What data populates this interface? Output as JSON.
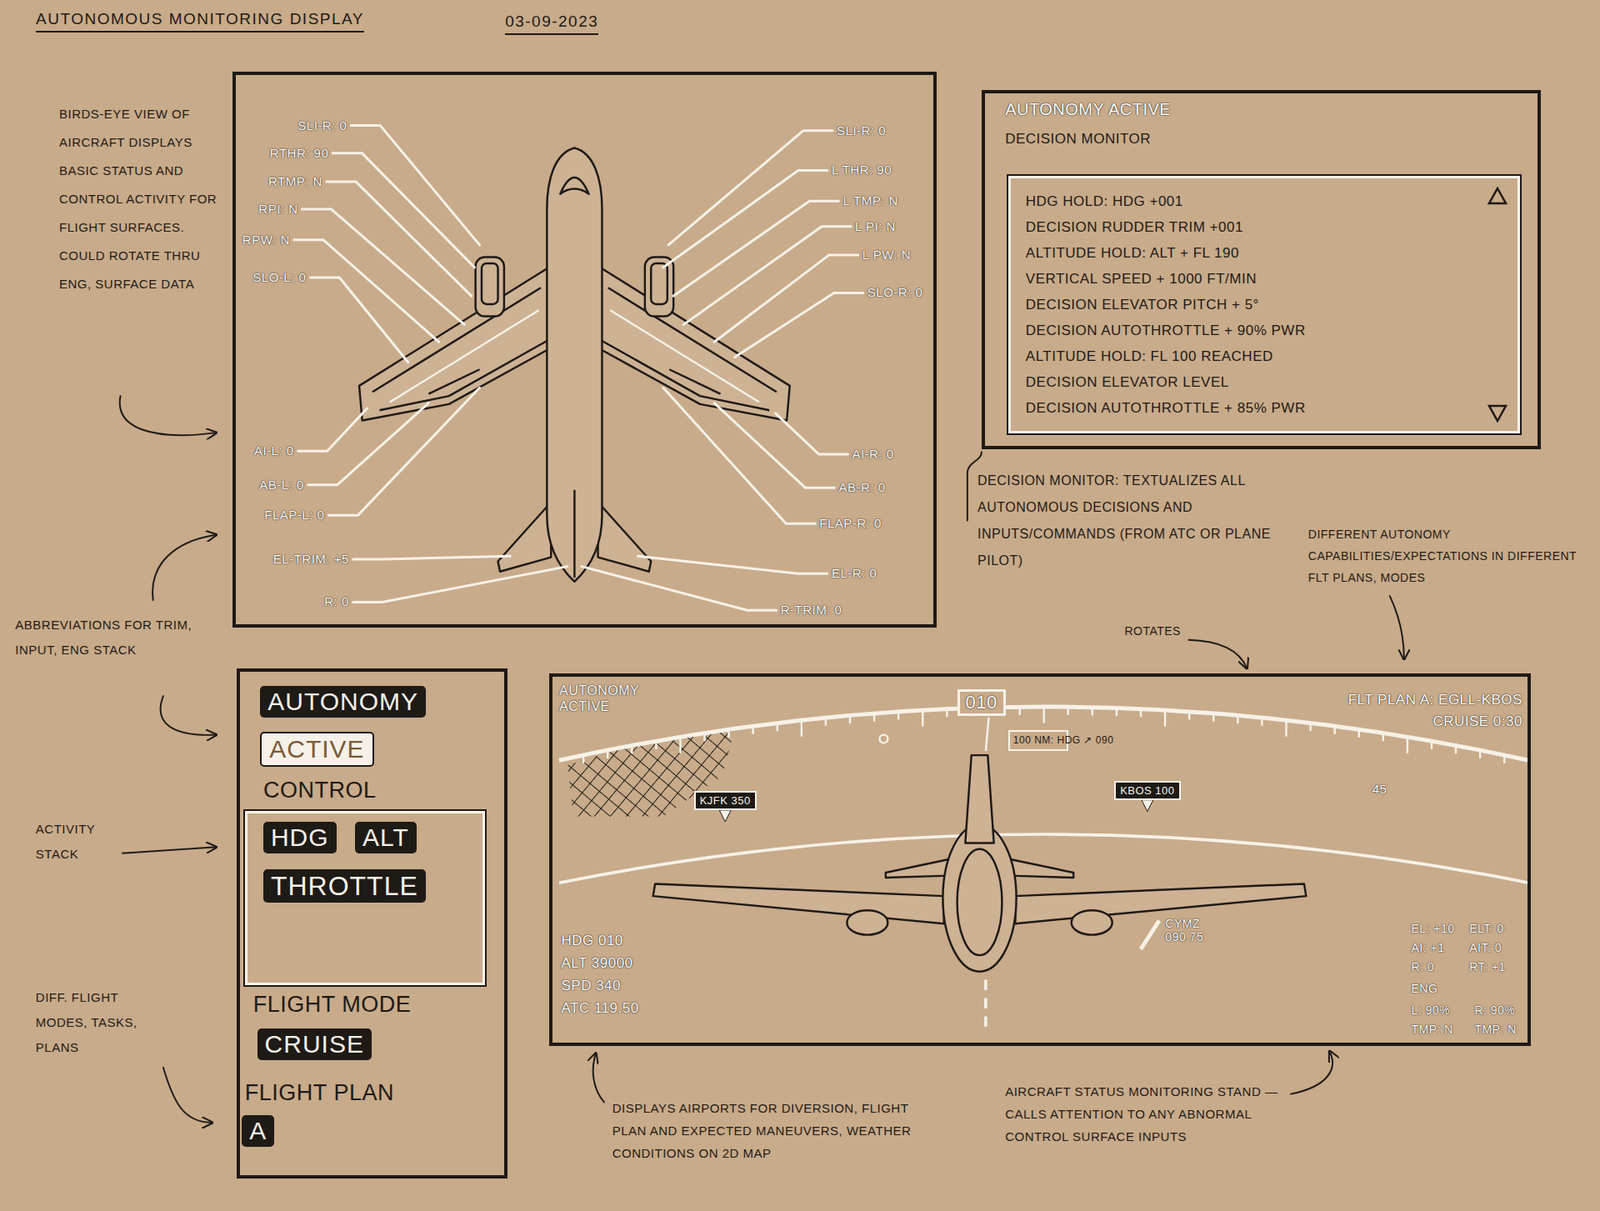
{
  "diagram": {
    "title": "AUTONOMOUS MONITORING DISPLAY",
    "nodes": [
      {
        "text": [
          "SLI-R: 0",
          "RTHR: 90",
          "RTMP: N",
          "RPI: N",
          "RPW: N",
          "SLO-L: 0",
          "AI-L: 0",
          "AB-L: 0",
          "FLAP-L: 0",
          "EL-TRIM: +5",
          "R: 0",
          "SLI-R: 0",
          "L THR: 90",
          "L TMP: N",
          "L PI: N",
          "L PW: N",
          "SLO-R: 0",
          "AI-R: 0",
          "AB-R: 0",
          "FLAP-R: 0",
          "EL-R: 0",
          "R-TRIM: 0"
        ]
      },
      {
        "text": [
          "AUTONOMY ACTIVE",
          "DECISION MONITOR"
        ]
      },
      {
        "text": [
          "HDG HOLD: HDG +001",
          "DECISION RUDDER TRIM +001",
          "ALTITUDE HOLD: ALT + FL 190",
          "VERTICAL SPEED + 1000 FT/MIN",
          "DECISION ELEVATOR PITCH + 5°",
          "DECISION AUTOTHROTTLE + 90% PWR",
          "ALTITUDE HOLD: FL 100 REACHED",
          "DECISION ELEVATOR LEVEL",
          "DECISION AUTOTHROTTLE + 85% PWR"
        ],
        "in": 1
      },
      {
        "text": [
          "CONTROL",
          "FLIGHT MODE",
          "FLIGHT PLAN"
        ]
      },
      {
        "text": [
          "AUTONOMY"
        ],
        "in": 3
      },
      {
        "text": [
          "ACTIVE"
        ],
        "in": 3
      },
      {
        "text": [],
        "in": 3
      },
      {
        "text": [
          "HDG"
        ],
        "in": 6
      },
      {
        "text": [
          "ALT"
        ],
        "in": 6
      },
      {
        "text": [
          "THROTTLE"
        ],
        "in": 6
      },
      {
        "text": [
          "CRUISE"
        ],
        "in": 3
      },
      {
        "text": [
          "A"
        ],
        "in": 3
      },
      {
        "text": [
          "AUTONOMY ACTIVE",
          "FLT PLAN A: EGLL-KBOS",
          "CRUISE 0:30",
          "45",
          "HDG 010",
          "ALT 39000",
          "SPD 340",
          "ATC 119.50",
          "CYMZ 090.75",
          "EL: +10",
          "ELT: 0",
          "AI: +1",
          "AIT: 0",
          "R: 0",
          "RT: +1",
          "ENG",
          "L: 90%",
          "R: 90%",
          "TMP: N",
          "TMP: N"
        ]
      },
      {
        "text": [
          "010"
        ],
        "in": 12
      },
      {
        "text": [
          "100 NM: HDG ↗ 090"
        ],
        "in": 12
      },
      {
        "text": [
          "KJFK 350"
        ],
        "in": 12
      },
      {
        "text": [
          "KBOS 100"
        ],
        "in": 12
      }
    ],
    "labels": [
      "03-09-2023",
      "BIRDS-EYE VIEW OF AIRCRAFT DISPLAYS BASIC STATUS AND CONTROL ACTIVITY FOR FLIGHT SURFACES. COULD ROTATE THRU ENG, SURFACE DATA",
      "ABBREVIATIONS FOR TRIM, INPUT, ENG STACK",
      "ACTIVITY STACK",
      "DIFF. FLIGHT MODES, TASKS, PLANS",
      "DECISION MONITOR: TEXTUALIZES ALL AUTONOMOUS DECISIONS AND INPUTS/COMMANDS (FROM ATC OR PLANE PILOT)",
      "DIFFERENT AUTONOMY CAPABILITIES/EXPECTATIONS IN DIFFERENT FLT PLANS, MODES",
      "ROTATES",
      "DISPLAYS AIRPORTS FOR DIVERSION, FLIGHT PLAN AND EXPECTED MANEUVERS, WEATHER CONDITIONS ON 2D MAP",
      "AIRCRAFT STATUS MONITORING STAND — CALLS ATTENTION TO ANY ABNORMAL CONTROL SURFACE INPUTS"
    ]
  }
}
